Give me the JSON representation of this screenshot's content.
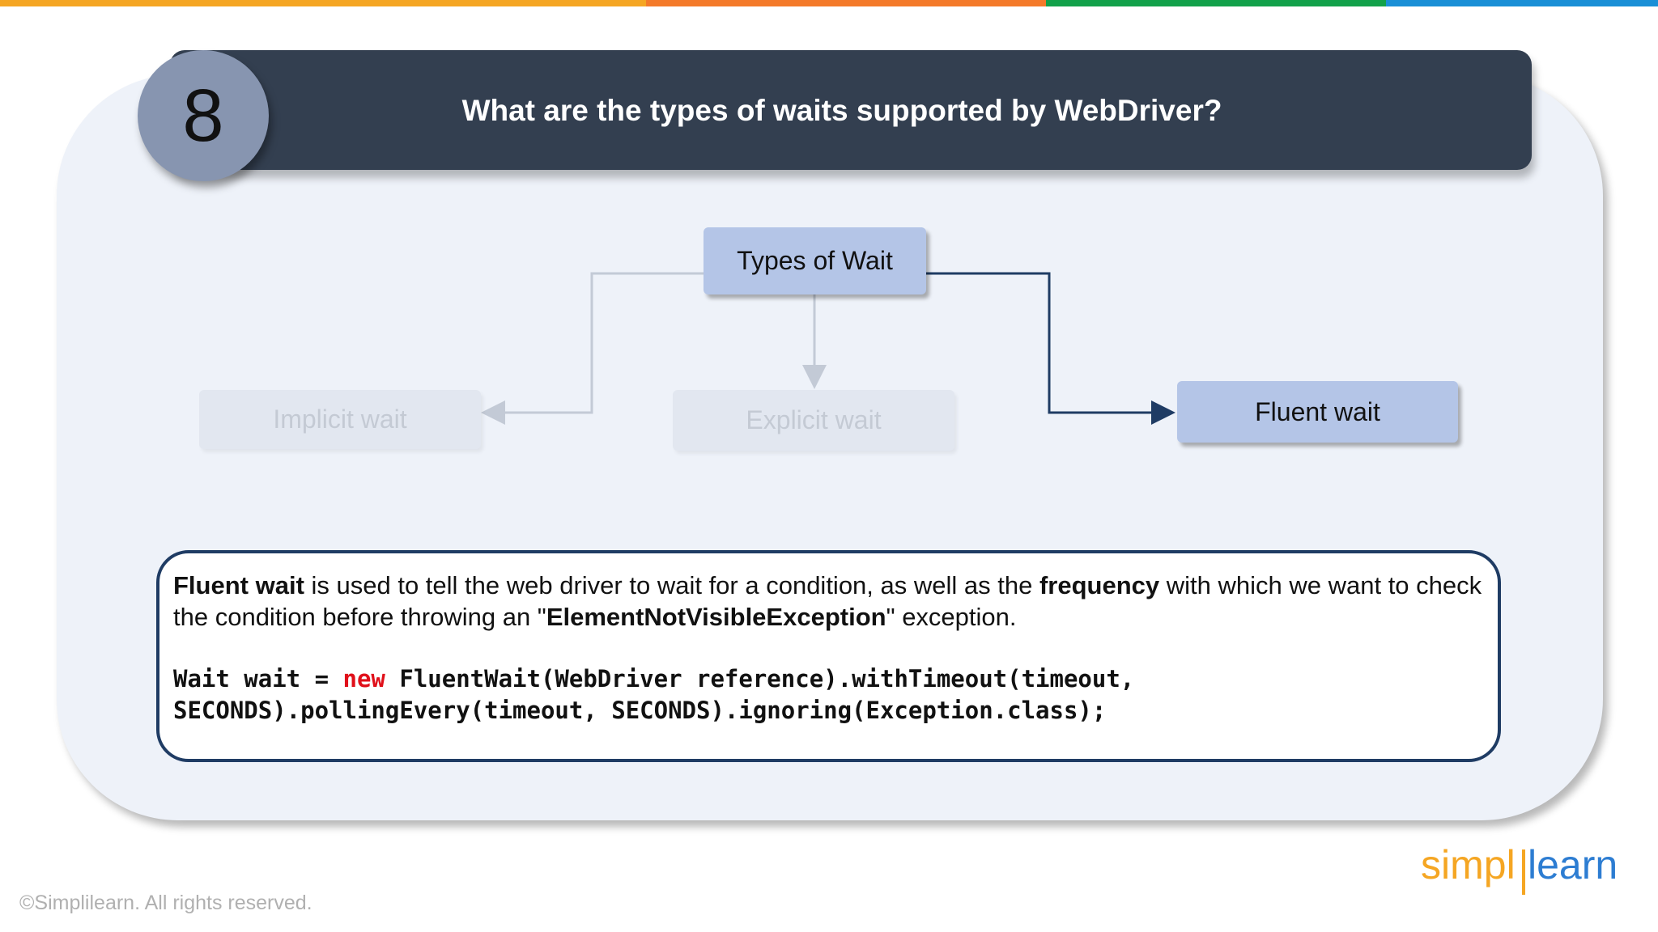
{
  "top_bar_colors": [
    "#f5a623",
    "#f47a2a",
    "#12a14a",
    "#1a8fd6"
  ],
  "slide_number": "8",
  "title": "What are the types of waits supported by WebDriver?",
  "diagram": {
    "root": "Types of Wait",
    "children": [
      {
        "label": "Implicit wait",
        "state": "faded"
      },
      {
        "label": "Explicit wait",
        "state": "faded"
      },
      {
        "label": "Fluent wait",
        "state": "active"
      }
    ]
  },
  "description": {
    "bold_term": "Fluent wait",
    "text_part1": " is used to tell the web driver to wait for a condition, as well as the ",
    "bold_frequency": "frequency",
    "text_part2": " with which we want to check the condition before throwing an \"",
    "bold_exception": "ElementNotVisibleException",
    "text_part3": "\" exception."
  },
  "code": {
    "line1_prefix": "Wait wait = ",
    "keyword": "new",
    "line1_suffix": " FluentWait(WebDriver reference).withTimeout(timeout,",
    "line2": "SECONDS).pollingEvery(timeout, SECONDS).ignoring(Exception.class);"
  },
  "footer": {
    "copyright": "©Simplilearn. All rights reserved.",
    "logo_text": "simplilearn"
  },
  "colors": {
    "header_bg": "#333f50",
    "active_box": "#b4c5e7",
    "connector_active": "#1f3c64",
    "logo_orange": "#f5a623",
    "logo_blue": "#2d7dd2"
  }
}
